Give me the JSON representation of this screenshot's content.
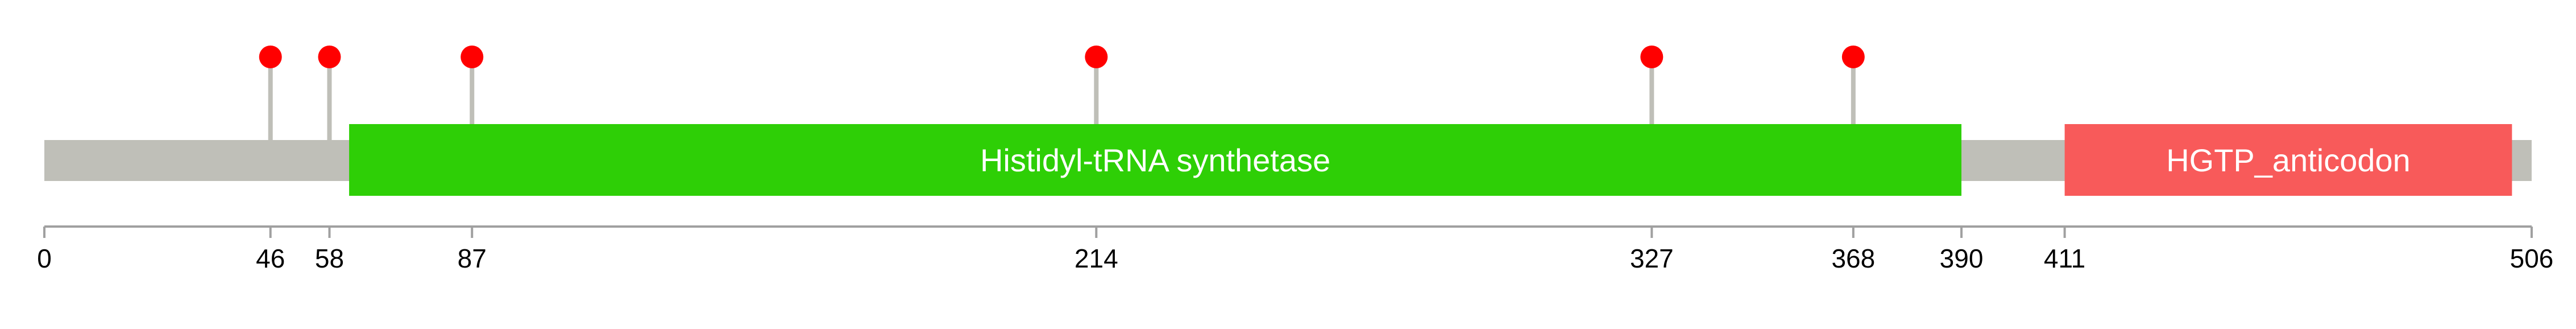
{
  "protein": {
    "length": 506,
    "backbone_color": "#bfbfb8",
    "domains": [
      {
        "name": "Histidyl-tRNA synthetase",
        "start": 62,
        "end": 390,
        "color": "#2ecf06"
      },
      {
        "name": "HGTP_anticodon",
        "start": 411,
        "end": 502,
        "color": "#f85a5a"
      }
    ],
    "mutations": [
      {
        "position": 46
      },
      {
        "position": 58
      },
      {
        "position": 87
      },
      {
        "position": 214
      },
      {
        "position": 327
      },
      {
        "position": 368
      }
    ],
    "mutation_color": "#ff0000",
    "stem_color": "#bfbfb8"
  },
  "axis": {
    "min": 0,
    "max": 506,
    "ticks": [
      {
        "value": 0,
        "label": "0"
      },
      {
        "value": 46,
        "label": "46"
      },
      {
        "value": 58,
        "label": "58"
      },
      {
        "value": 87,
        "label": "87"
      },
      {
        "value": 214,
        "label": "214"
      },
      {
        "value": 327,
        "label": "327"
      },
      {
        "value": 368,
        "label": "368"
      },
      {
        "value": 390,
        "label": "390"
      },
      {
        "value": 411,
        "label": "411"
      },
      {
        "value": 506,
        "label": "506"
      }
    ],
    "color": "#a0a0a0"
  }
}
